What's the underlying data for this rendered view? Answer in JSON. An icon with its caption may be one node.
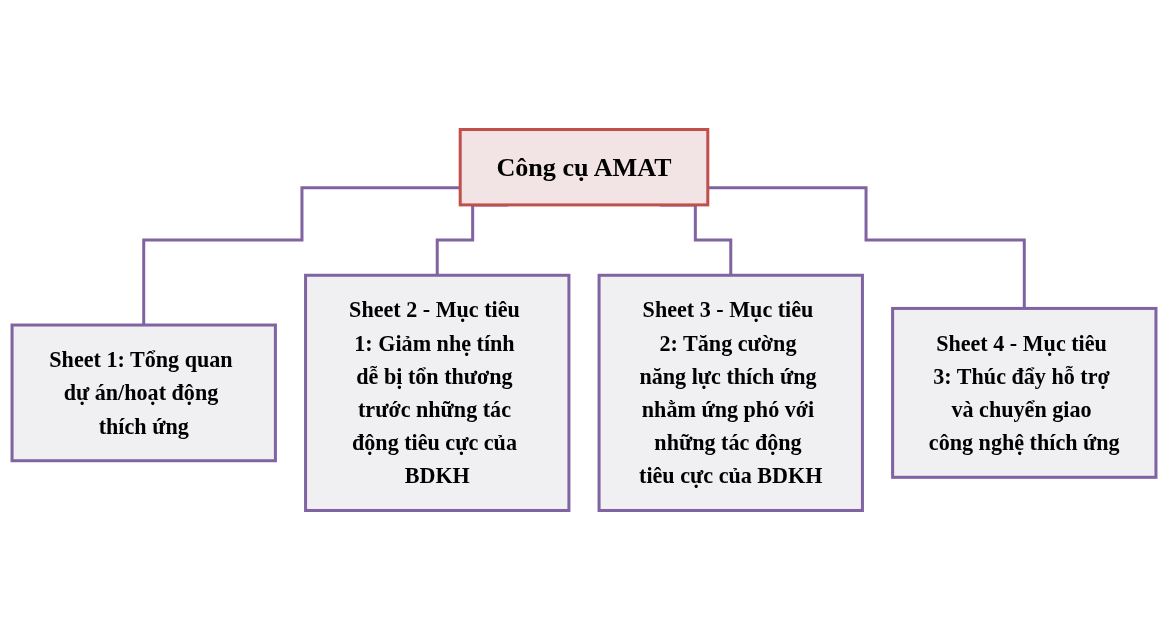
{
  "diagram": {
    "nodes": [
      {
        "text": [
          "Công cụ AMAT"
        ]
      },
      {
        "text": [
          "Sheet 1: Tổng quan dự án/hoạt động thích ứng"
        ]
      },
      {
        "text": [
          "Sheet 2 - Mục tiêu 1: Giảm nhẹ tính dễ bị tổn thương trước những tác động tiêu cực của BDKH"
        ]
      },
      {
        "text": [
          "Sheet 3 - Mục tiêu 2: Tăng cường năng lực thích ứng nhằm ứng phó với những tác động tiêu cực của BDKH"
        ]
      },
      {
        "text": [
          "Sheet 4 - Mục tiêu 3: Thúc đẩy hỗ trợ và chuyển giao công nghệ thích ứng"
        ]
      }
    ],
    "edges": [
      {
        "from": 0,
        "to": 1,
        "arrow": "none"
      },
      {
        "from": 0,
        "to": 2,
        "arrow": "none"
      },
      {
        "from": 0,
        "to": 3,
        "arrow": "none"
      },
      {
        "from": 0,
        "to": 4,
        "arrow": "none"
      }
    ]
  }
}
